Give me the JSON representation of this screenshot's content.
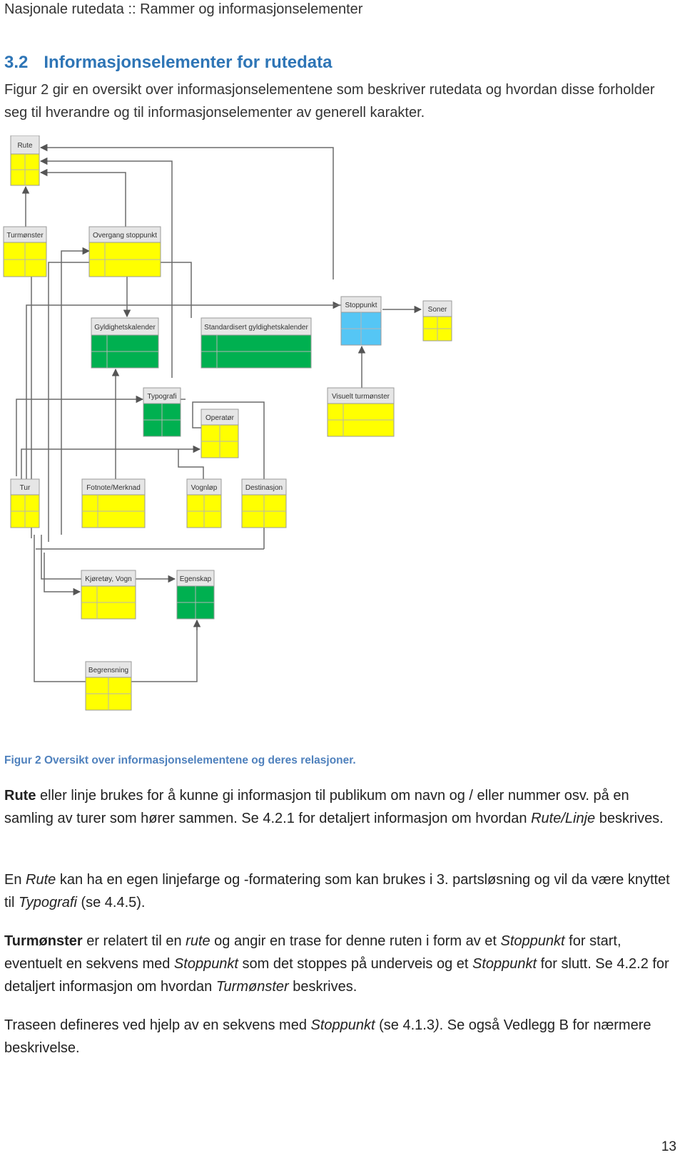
{
  "header": {
    "title": "Nasjonale rutedata :: Rammer og informasjonselementer"
  },
  "section": {
    "number": "3.2",
    "title": "Informasjonselementer for rutedata"
  },
  "intro": "Figur 2 gir en oversikt over informasjonselementene som beskriver rutedata og hvordan disse forholder seg til hverandre og til informasjonselementer av generell karakter.",
  "colors": {
    "yellow": "#ffff00",
    "green": "#00b050",
    "blue": "#55c6f5",
    "heading": "#2e75b6",
    "caption": "#4f81bd"
  },
  "diagram": {
    "boxes": [
      {
        "id": "rute",
        "label": "Rute",
        "color": "yellow"
      },
      {
        "id": "turmonster",
        "label": "Turmønster",
        "color": "yellow"
      },
      {
        "id": "overgang",
        "label": "Overgang stoppunkt",
        "color": "yellow"
      },
      {
        "id": "gyldighetskalender",
        "label": "Gyldighetskalender",
        "color": "green"
      },
      {
        "id": "standardisert",
        "label": "Standardisert gyldighetskalender",
        "color": "green"
      },
      {
        "id": "stoppunkt",
        "label": "Stoppunkt",
        "color": "blue"
      },
      {
        "id": "soner",
        "label": "Soner",
        "color": "yellow"
      },
      {
        "id": "typografi",
        "label": "Typografi",
        "color": "green"
      },
      {
        "id": "visuelt",
        "label": "Visuelt turmønster",
        "color": "yellow"
      },
      {
        "id": "operator",
        "label": "Operatør",
        "color": "yellow"
      },
      {
        "id": "tur",
        "label": "Tur",
        "color": "yellow"
      },
      {
        "id": "fotnote",
        "label": "Fotnote/Merknad",
        "color": "yellow"
      },
      {
        "id": "vognlop",
        "label": "Vognløp",
        "color": "yellow"
      },
      {
        "id": "destinasjon",
        "label": "Destinasjon",
        "color": "yellow"
      },
      {
        "id": "kjoretoy",
        "label": "Kjøretøy, Vogn",
        "color": "yellow"
      },
      {
        "id": "egenskap",
        "label": "Egenskap",
        "color": "green"
      },
      {
        "id": "begrensning",
        "label": "Begrensning",
        "color": "yellow"
      }
    ]
  },
  "caption": "Figur 2 Oversikt over informasjonselementene og deres relasjoner.",
  "paragraphs": {
    "p1": {
      "b1": "Rute",
      "t1": " eller linje brukes for å kunne gi informasjon til publikum om navn og / eller nummer osv. på en samling av turer som hører sammen. Se 4.2.1 for detaljert informasjon om hvordan ",
      "i1": "Rute/Linje",
      "t2": " beskrives."
    },
    "p2": {
      "t1": "En ",
      "i1": "Rute",
      "t2": " kan ha en egen linjefarge og -formatering som kan brukes i 3. partsløsning og vil da være knyttet til ",
      "i2": "Typografi",
      "t3": " (se 4.4.5)."
    },
    "p3": {
      "b1": "Turmønster",
      "t1": " er relatert til en ",
      "i1": "rute",
      "t2": " og angir en trase for denne ruten i form av et ",
      "i2": "Stoppunkt",
      "t3": " for start, eventuelt en sekvens med ",
      "i3": "Stoppunkt",
      "t4": " som det stoppes på underveis og et ",
      "i4": "Stoppunkt",
      "t5": " for slutt.  Se 4.2.2 for detaljert informasjon om hvordan ",
      "i5": "Turmønster",
      "t6": " beskrives."
    },
    "p4": {
      "t1": "Traseen defineres ved hjelp av en sekvens med ",
      "i1": "Stoppunkt",
      "t2": " (se 4.1.3",
      "i2": ")",
      "t3": ". Se også Vedlegg B for nærmere beskrivelse."
    }
  },
  "page_number": "13"
}
